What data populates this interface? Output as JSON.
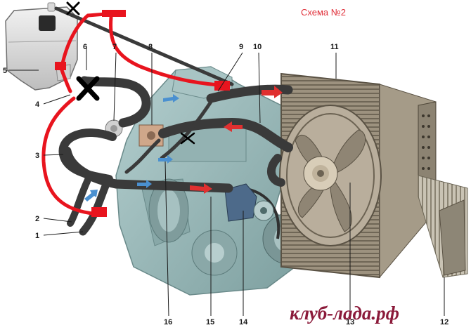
{
  "diagram": {
    "title": "Схема №2",
    "watermark": "клуб-лада.рф",
    "callouts": [
      {
        "id": "1",
        "label": "1"
      },
      {
        "id": "2",
        "label": "2"
      },
      {
        "id": "3",
        "label": "3"
      },
      {
        "id": "4",
        "label": "4"
      },
      {
        "id": "5",
        "label": "5"
      },
      {
        "id": "6",
        "label": "6"
      },
      {
        "id": "7",
        "label": "7"
      },
      {
        "id": "8",
        "label": "8"
      },
      {
        "id": "9",
        "label": "9"
      },
      {
        "id": "10",
        "label": "10"
      },
      {
        "id": "11",
        "label": "11"
      },
      {
        "id": "12",
        "label": "12"
      },
      {
        "id": "13",
        "label": "13"
      },
      {
        "id": "14",
        "label": "14"
      },
      {
        "id": "15",
        "label": "15"
      },
      {
        "id": "16",
        "label": "16"
      }
    ],
    "colors": {
      "hose": "#3a3a3a",
      "engine": "#9fbcbc",
      "radiator": "#8a8070",
      "marker": "#e8141e",
      "flow_arrow": "#e03030",
      "cold_arrow": "#4a90d0",
      "title": "#e0303a",
      "watermark": "#8b1a3a"
    }
  }
}
